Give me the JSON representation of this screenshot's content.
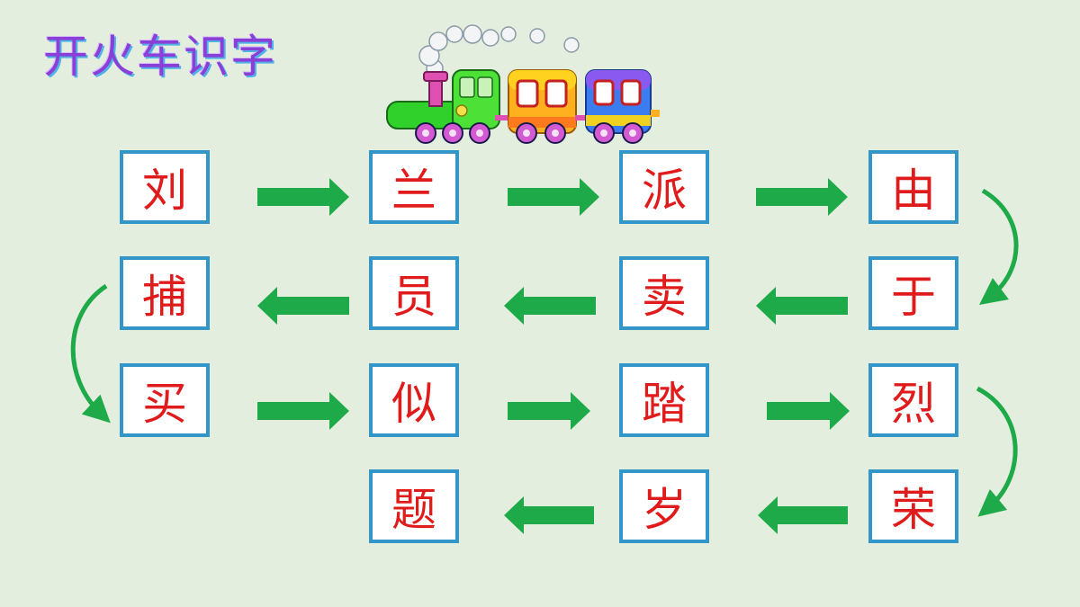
{
  "title": "开火车识字",
  "cards": [
    {
      "char": "刘"
    },
    {
      "char": "兰"
    },
    {
      "char": "派"
    },
    {
      "char": "由"
    },
    {
      "char": "捕"
    },
    {
      "char": "员"
    },
    {
      "char": "卖"
    },
    {
      "char": "于"
    },
    {
      "char": "买"
    },
    {
      "char": "似"
    },
    {
      "char": "踏"
    },
    {
      "char": "烈"
    },
    {
      "char": "题"
    },
    {
      "char": "岁"
    },
    {
      "char": "荣"
    }
  ],
  "colors": {
    "background": "#e4eede",
    "card_border": "#3296c9",
    "card_text": "#e01b1b",
    "arrow": "#1faa4a",
    "title": "#8a3fd6"
  },
  "icons": [
    "train-illustration",
    "arrow-right-icon",
    "arrow-left-icon",
    "curved-arrow-icon"
  ]
}
